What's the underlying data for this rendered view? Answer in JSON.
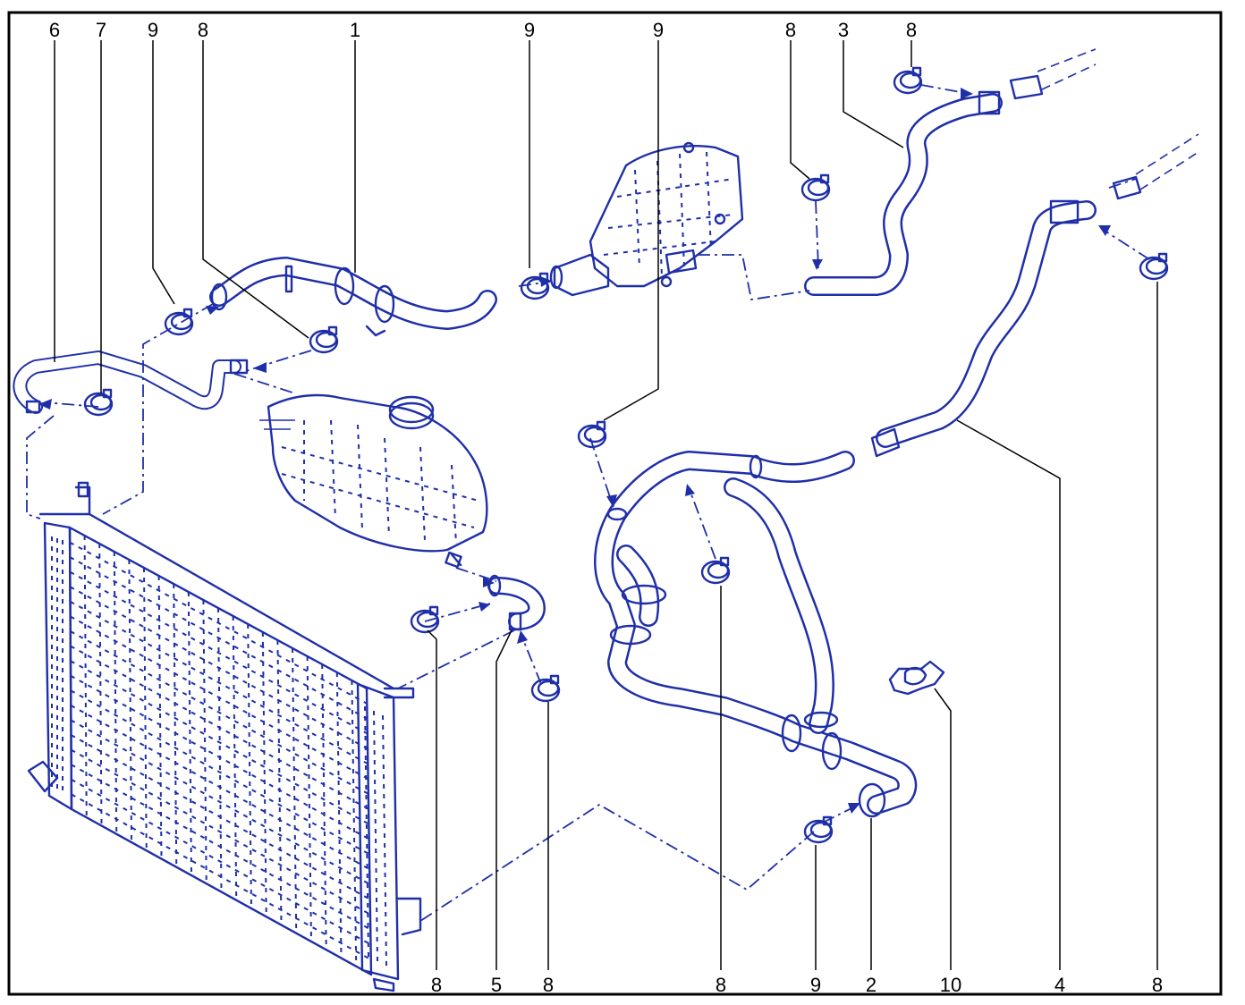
{
  "diagram": {
    "callouts_top": [
      "6",
      "7",
      "9",
      "8",
      "1",
      "9",
      "9",
      "8",
      "3",
      "8"
    ],
    "callouts_bottom": [
      "8",
      "5",
      "8",
      "8",
      "9",
      "2",
      "10",
      "4",
      "8"
    ]
  },
  "colors": {
    "line": "#1f2fa8",
    "frame": "#000000",
    "background": "#ffffff"
  }
}
